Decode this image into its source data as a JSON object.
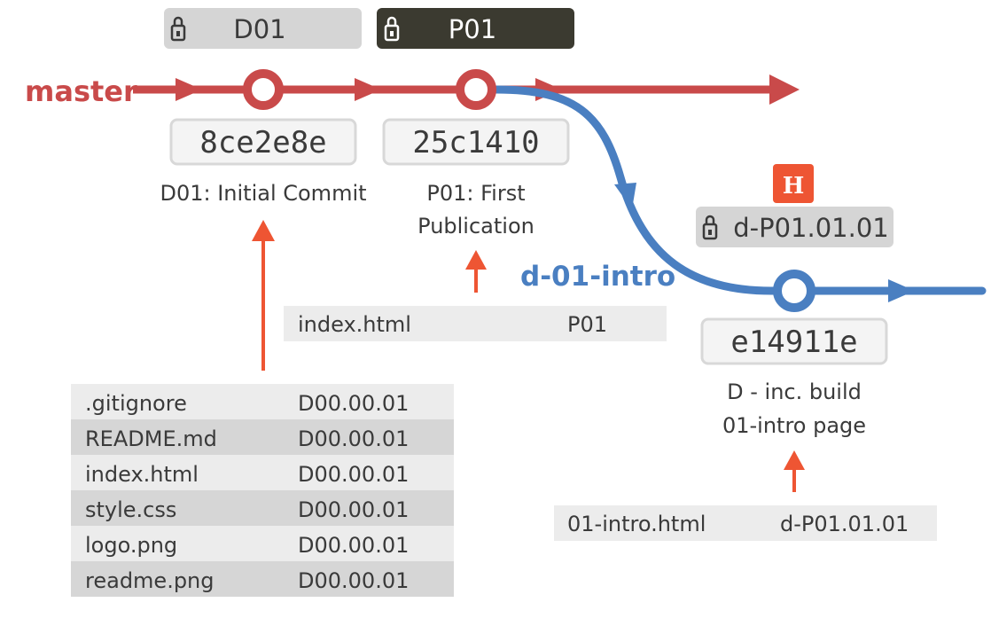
{
  "branches": {
    "master": "master",
    "intro": "d-01-intro"
  },
  "head_label": "H",
  "commits": [
    {
      "tag": "D01",
      "hash": "8ce2e8e",
      "message_lines": [
        "D01: Initial Commit"
      ]
    },
    {
      "tag": "P01",
      "hash": "25c1410",
      "message_lines": [
        "P01: First",
        "Publication"
      ]
    },
    {
      "tag": "d-P01.01.01",
      "hash": "e14911e",
      "message_lines": [
        "D - inc. build",
        "01-intro page"
      ]
    }
  ],
  "files": {
    "d01": [
      {
        "name": ".gitignore",
        "version": "D00.00.01"
      },
      {
        "name": "README.md",
        "version": "D00.00.01"
      },
      {
        "name": "index.html",
        "version": "D00.00.01"
      },
      {
        "name": "style.css",
        "version": "D00.00.01"
      },
      {
        "name": "logo.png",
        "version": "D00.00.01"
      },
      {
        "name": "readme.png",
        "version": "D00.00.01"
      }
    ],
    "p01": [
      {
        "name": "index.html",
        "version": "P01"
      }
    ],
    "intro": [
      {
        "name": "01-intro.html",
        "version": "d-P01.01.01"
      }
    ]
  },
  "colors": {
    "master": "#c94a4a",
    "intro": "#4a7fc1",
    "annotation_arrow": "#ee5533",
    "tag_dark": "#3b3a30"
  }
}
